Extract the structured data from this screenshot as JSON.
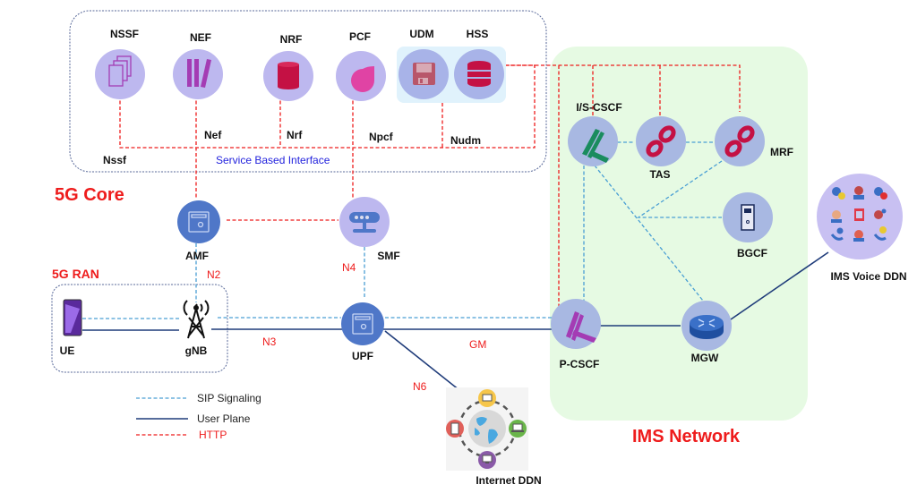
{
  "sections": {
    "core_title": "5G Core",
    "ran_title": "5G RAN",
    "ims_title": "IMS Network",
    "sbi_label": "Service Based Interface"
  },
  "core_nfs": [
    {
      "id": "nssf",
      "label": "NSSF",
      "interface": "Nssf",
      "icon": "documents-icon"
    },
    {
      "id": "nef",
      "label": "NEF",
      "interface": "Nef",
      "icon": "library-icon"
    },
    {
      "id": "nrf",
      "label": "NRF",
      "interface": "Nrf",
      "icon": "cylinder-icon"
    },
    {
      "id": "pcf",
      "label": "PCF",
      "interface": "Npcf",
      "icon": "drop-icon"
    },
    {
      "id": "udm",
      "label": "UDM",
      "interface": "Nudm",
      "icon": "floppy-disk-icon"
    },
    {
      "id": "hss",
      "label": "HSS",
      "interface": "",
      "icon": "database-icon"
    }
  ],
  "nodes": {
    "amf": "AMF",
    "smf": "SMF",
    "upf": "UPF",
    "ue": "UE",
    "gnb": "gNB",
    "iscscf": "I/S-CSCF",
    "tas": "TAS",
    "mrf": "MRF",
    "bgcf": "BGCF",
    "pcscf": "P-CSCF",
    "mgw": "MGW",
    "ims_voice_ddn": "IMS Voice DDN",
    "internet_ddn": "Internet DDN"
  },
  "interfaces": {
    "n2": "N2",
    "n3": "N3",
    "n4": "N4",
    "n6": "N6",
    "gm": "GM"
  },
  "legend": [
    {
      "label": "SIP Signaling",
      "style": "sip",
      "color": "#4a9fd4"
    },
    {
      "label": "User Plane",
      "style": "up",
      "color": "#1f3c7a"
    },
    {
      "label": "HTTP",
      "style": "http",
      "color": "#ee1c1c"
    }
  ],
  "colors": {
    "http": "#ee1c1c",
    "sip": "#4a9fd4",
    "user_plane": "#1f3c7a",
    "nf_circle": "#bdb8ef",
    "ims_bg": "#e6fae3"
  }
}
